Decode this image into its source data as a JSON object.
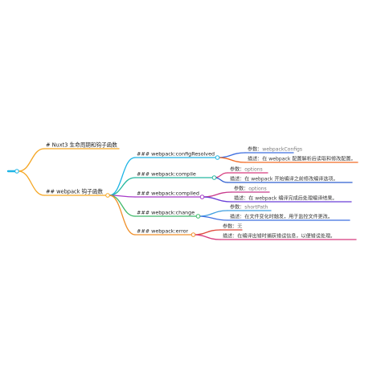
{
  "root_branches": [
    {
      "label": "# Nuxt3 生命周期和钩子函数",
      "color": "#f5a623"
    },
    {
      "label": "## webpack 钩子函数",
      "color": "#f5a623"
    }
  ],
  "hooks": [
    {
      "label": "### webpack:configResolved",
      "color": "#1eb5e6",
      "leaves": [
        {
          "key": "参数：",
          "value": "webpackConfigs",
          "color": "#3f6fe0"
        },
        {
          "key": "描述：",
          "value": "在 webpack 配置解析后读取和修改配置。",
          "color": "#f26a24"
        }
      ]
    },
    {
      "label": "### webpack:compile",
      "color": "#26b8a0",
      "leaves": [
        {
          "key": "参数：",
          "value": "options",
          "color": "#d63b7e"
        },
        {
          "key": "描述：",
          "value": "在 webpack 开始编译之前修改编译选项。",
          "color": "#2f5fd0"
        }
      ]
    },
    {
      "label": "### webpack:compiled",
      "color": "#a63ac8",
      "leaves": [
        {
          "key": "参数：",
          "value": "options",
          "color": "#c83a8c"
        },
        {
          "key": "描述：",
          "value": "在 webpack 编译完成后处理编译结果。",
          "color": "#6a3fd8"
        }
      ]
    },
    {
      "label": "### webpack:change",
      "color": "#3fb96a",
      "leaves": [
        {
          "key": "参数：",
          "value": "shortPath",
          "color": "#3f9fe0"
        },
        {
          "key": "描述：",
          "value": "在文件变化时触发，用于监控文件更改。",
          "color": "#3f6fe0"
        }
      ]
    },
    {
      "label": "### webpack:error",
      "color": "#f0912c",
      "leaves": [
        {
          "key": "参数：",
          "value": "无",
          "color": "#e04a3f"
        },
        {
          "key": "描述：",
          "value": "在编译出错时捕获错误信息，以便错误处理。",
          "color": "#d63b7e"
        }
      ]
    }
  ]
}
